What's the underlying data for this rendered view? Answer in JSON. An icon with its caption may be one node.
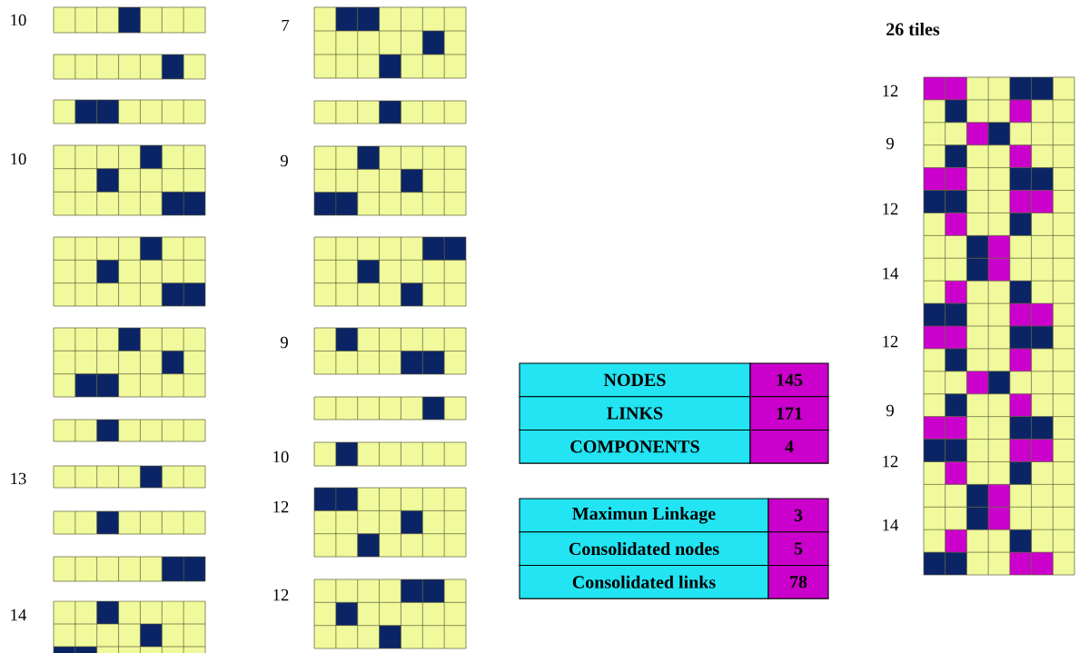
{
  "diagram": {
    "labels": [
      "10",
      "10",
      "13",
      "14",
      "7",
      "9",
      "9",
      "10",
      "12",
      "12",
      "NODES",
      "145",
      "LINKS",
      "171",
      "COMPONENTS",
      "4",
      "Maximun Linkage",
      "3",
      "Consolidated nodes",
      "5",
      "Consolidated links",
      "78",
      "26 tiles",
      "12",
      "9",
      "12",
      "14",
      "12",
      "9",
      "12",
      "14"
    ]
  }
}
